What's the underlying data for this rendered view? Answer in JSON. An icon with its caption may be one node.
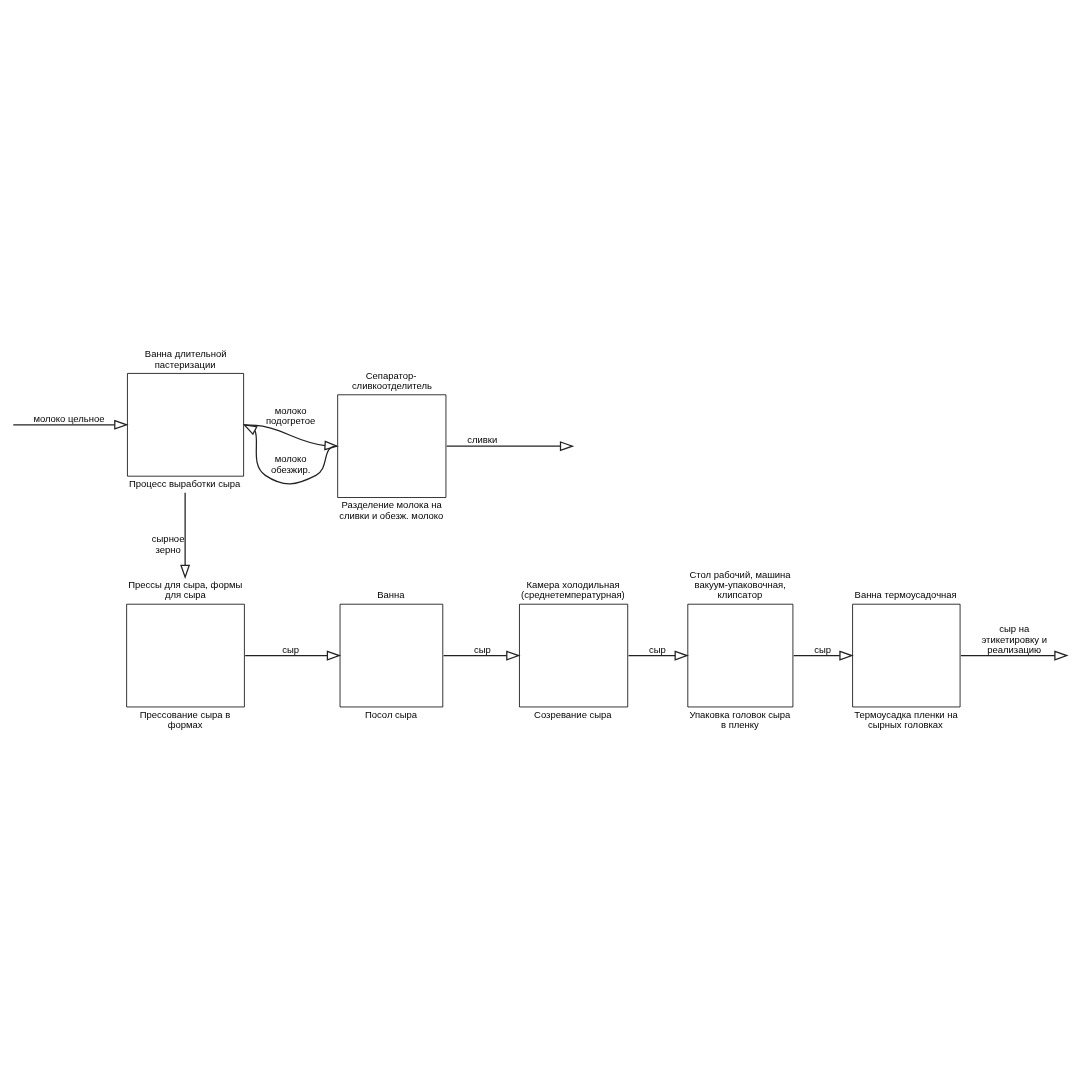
{
  "diagram": {
    "nodes": [
      {
        "text": [
          "Ванна длительной пастеризации"
        ],
        "beside": [
          "Процесс выработки сыра"
        ]
      },
      {
        "text": [
          "Сепаратор-сливкоотделитель"
        ],
        "beside": [
          "Разделение молока на сливки и обезж. молоко"
        ]
      },
      {
        "text": [
          "Прессы для сыра, формы для сыра"
        ],
        "beside": [
          "Прессование сыра в формах"
        ]
      },
      {
        "text": [
          "Ванна"
        ],
        "beside": [
          "Посол сыра"
        ]
      },
      {
        "text": [
          "Камера холодильная (среднетемпературная)"
        ],
        "beside": [
          "Созревание сыра"
        ]
      },
      {
        "text": [
          "Стол рабочий, машина вакуум-упаковочная, клипсатор"
        ],
        "beside": [
          "Упаковка головок сыра в пленку"
        ]
      },
      {
        "text": [
          "Ванна термоусадочная"
        ],
        "beside": [
          "Термоусадка пленки на сырных головках"
        ]
      }
    ],
    "edges": [
      {
        "from": null,
        "to": 0,
        "arrow": "to",
        "label": "молоко цельное"
      },
      {
        "from": 1,
        "to": 0,
        "arrow": "to",
        "label": "молоко обезжир."
      },
      {
        "from": 0,
        "to": 1,
        "arrow": "to",
        "label": "молоко подогретое"
      },
      {
        "from": 1,
        "to": null,
        "arrow": "to",
        "label": "сливки"
      },
      {
        "from": 0,
        "to": 2,
        "arrow": "to",
        "label": "сырное зерно"
      },
      {
        "from": 2,
        "to": 3,
        "arrow": "to",
        "label": "сыр"
      },
      {
        "from": 3,
        "to": 4,
        "arrow": "to",
        "label": "сыр"
      },
      {
        "from": 4,
        "to": 5,
        "arrow": "to",
        "label": "сыр"
      },
      {
        "from": 5,
        "to": 6,
        "arrow": "to",
        "label": "сыр"
      },
      {
        "from": 6,
        "to": null,
        "arrow": "to",
        "label": "сыр на этикетировку и реализацию"
      }
    ]
  }
}
